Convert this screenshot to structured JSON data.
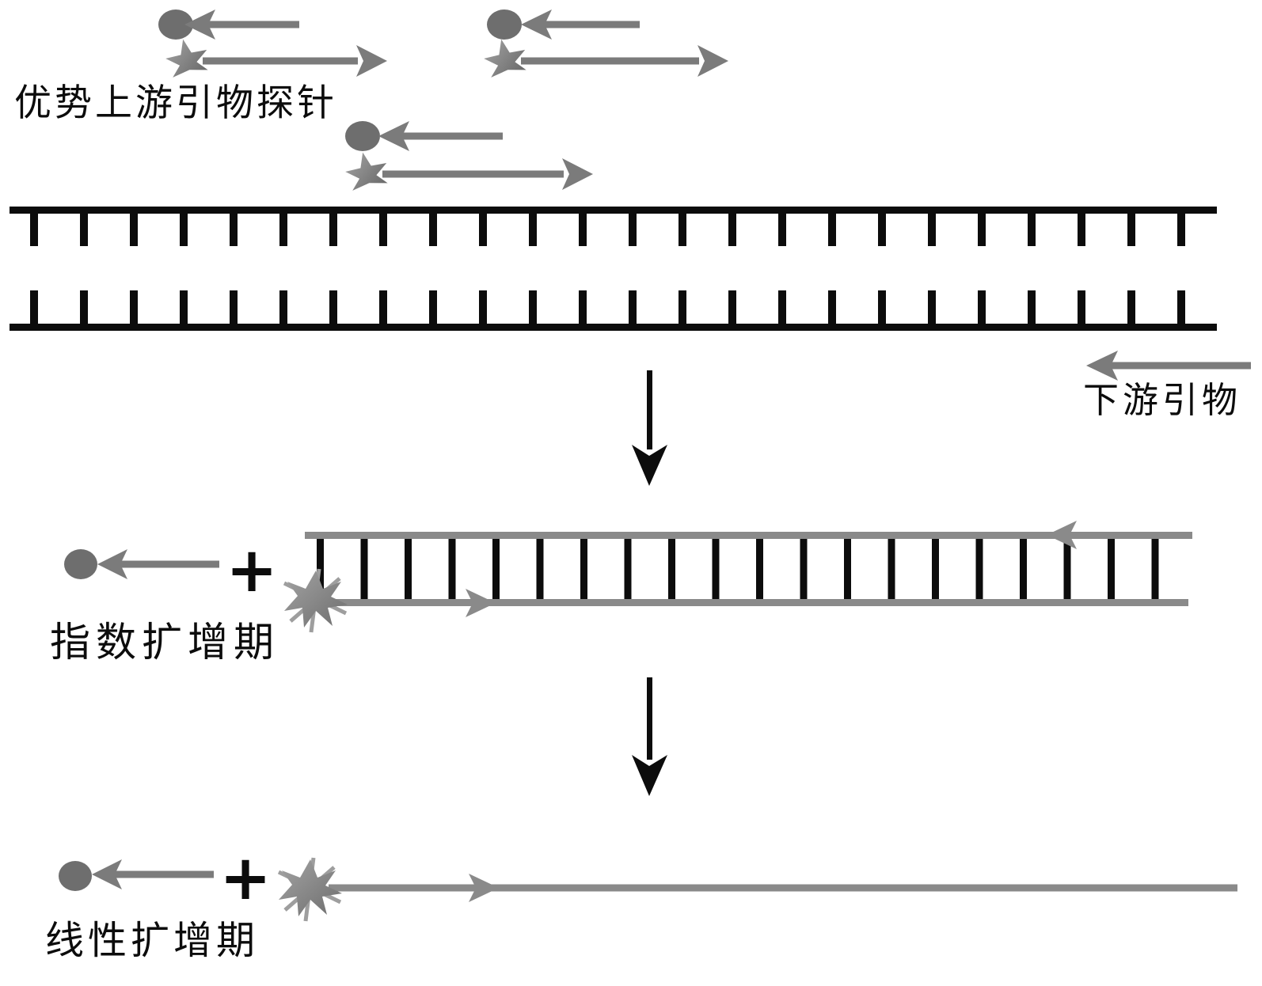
{
  "colors": {
    "ink_black": "#0c0c0c",
    "arrow_gray": "#7b7b7b",
    "marker_gray": "#6e6e6e",
    "rail_gray": "#8a8a8a"
  },
  "top_section": {
    "upstream_probe_label": "优势上游引物探针",
    "probe_pair_count": "3"
  },
  "template_section": {
    "downstream_primer_label": "下游引物"
  },
  "exponential_section": {
    "plus_sign": "+",
    "label": "指数扩增期"
  },
  "linear_section": {
    "plus_sign": "+",
    "label": "线性扩增期"
  }
}
